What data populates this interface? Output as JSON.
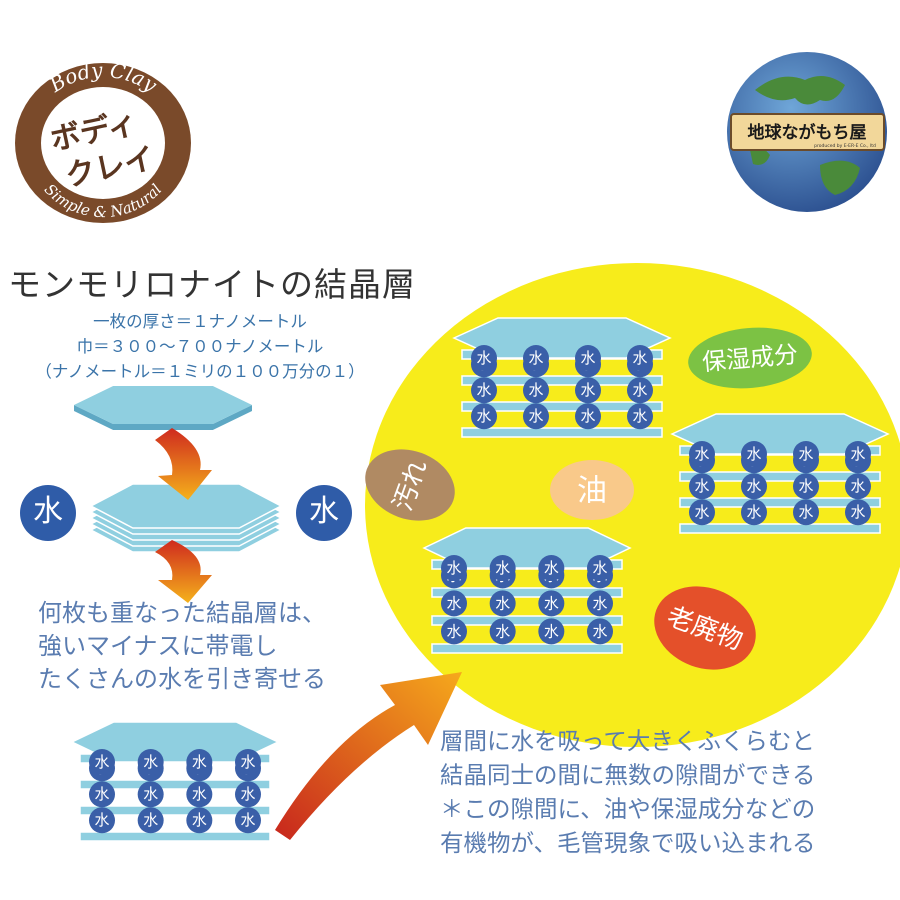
{
  "logos": {
    "bodyclay_top": "Body Clay",
    "bodyclay_main_1": "ボディ",
    "bodyclay_main_2": "クレイ",
    "bodyclay_bottom": "Simple & Natural",
    "shop_name": "地球ながもち屋",
    "shop_sub": "produced by E-ER-E Co., ltd"
  },
  "title": "モンモリロナイトの結晶層",
  "spec_lines": [
    "一枚の厚さ＝１ナノメートル",
    "巾＝３００～７００ナノメートル",
    "（ナノメートル＝１ミリの１００万分の１）"
  ],
  "water_label": "水",
  "side_left": "水",
  "side_right": "水",
  "text_middle": [
    "何枚も重なった結晶層は、",
    "強いマイナスに帯電し",
    "たくさんの水を引き寄せる"
  ],
  "text_bottom": [
    "層間に水を吸って大きくふくらむと",
    "結晶同士の間に無数の隙間ができる",
    "＊この隙間に、油や保湿成分などの",
    "有機物が、毛管現象で吸い込まれる"
  ],
  "bubbles": {
    "moisture": "保湿成分",
    "oil": "油",
    "dirt": "汚れ",
    "waste": "老廃物"
  },
  "colors": {
    "plate": "#8fcfe0",
    "plate_edge": "#5ea8c4",
    "water": "#3a5fa8",
    "yellow": "#f7ec1b",
    "arrow_red": "#cf2a1e",
    "arrow_orange": "#f5a31b",
    "moisture": "#7cc244",
    "oil": "#f9c98a",
    "dirt": "#b08a63",
    "waste": "#e4502a",
    "brown": "#7a4a2a"
  }
}
